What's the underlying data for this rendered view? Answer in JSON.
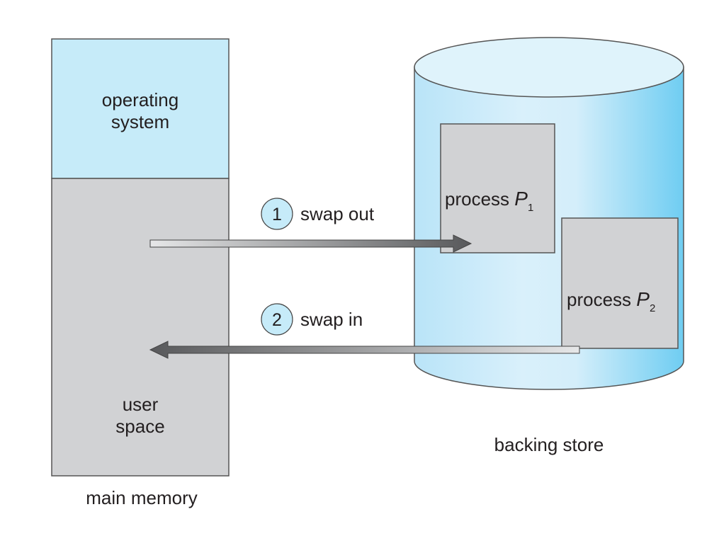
{
  "main_memory": {
    "label": "main memory",
    "os_label_line1": "operating",
    "os_label_line2": "system",
    "user_label_line1": "user",
    "user_label_line2": "space"
  },
  "backing_store": {
    "label": "backing store",
    "process1": {
      "name": "process ",
      "symbol": "P",
      "subscript": "1"
    },
    "process2": {
      "name": "process ",
      "symbol": "P",
      "subscript": "2"
    }
  },
  "steps": [
    {
      "number": "1",
      "label": "swap out"
    },
    {
      "number": "2",
      "label": "swap in"
    }
  ],
  "colors": {
    "os_region": "#c6ebf9",
    "user_region": "#d1d2d4",
    "cylinder_light": "#dff3fb",
    "cylinder_dark": "#6fcdf2",
    "step_circle": "#c6ebf9"
  }
}
